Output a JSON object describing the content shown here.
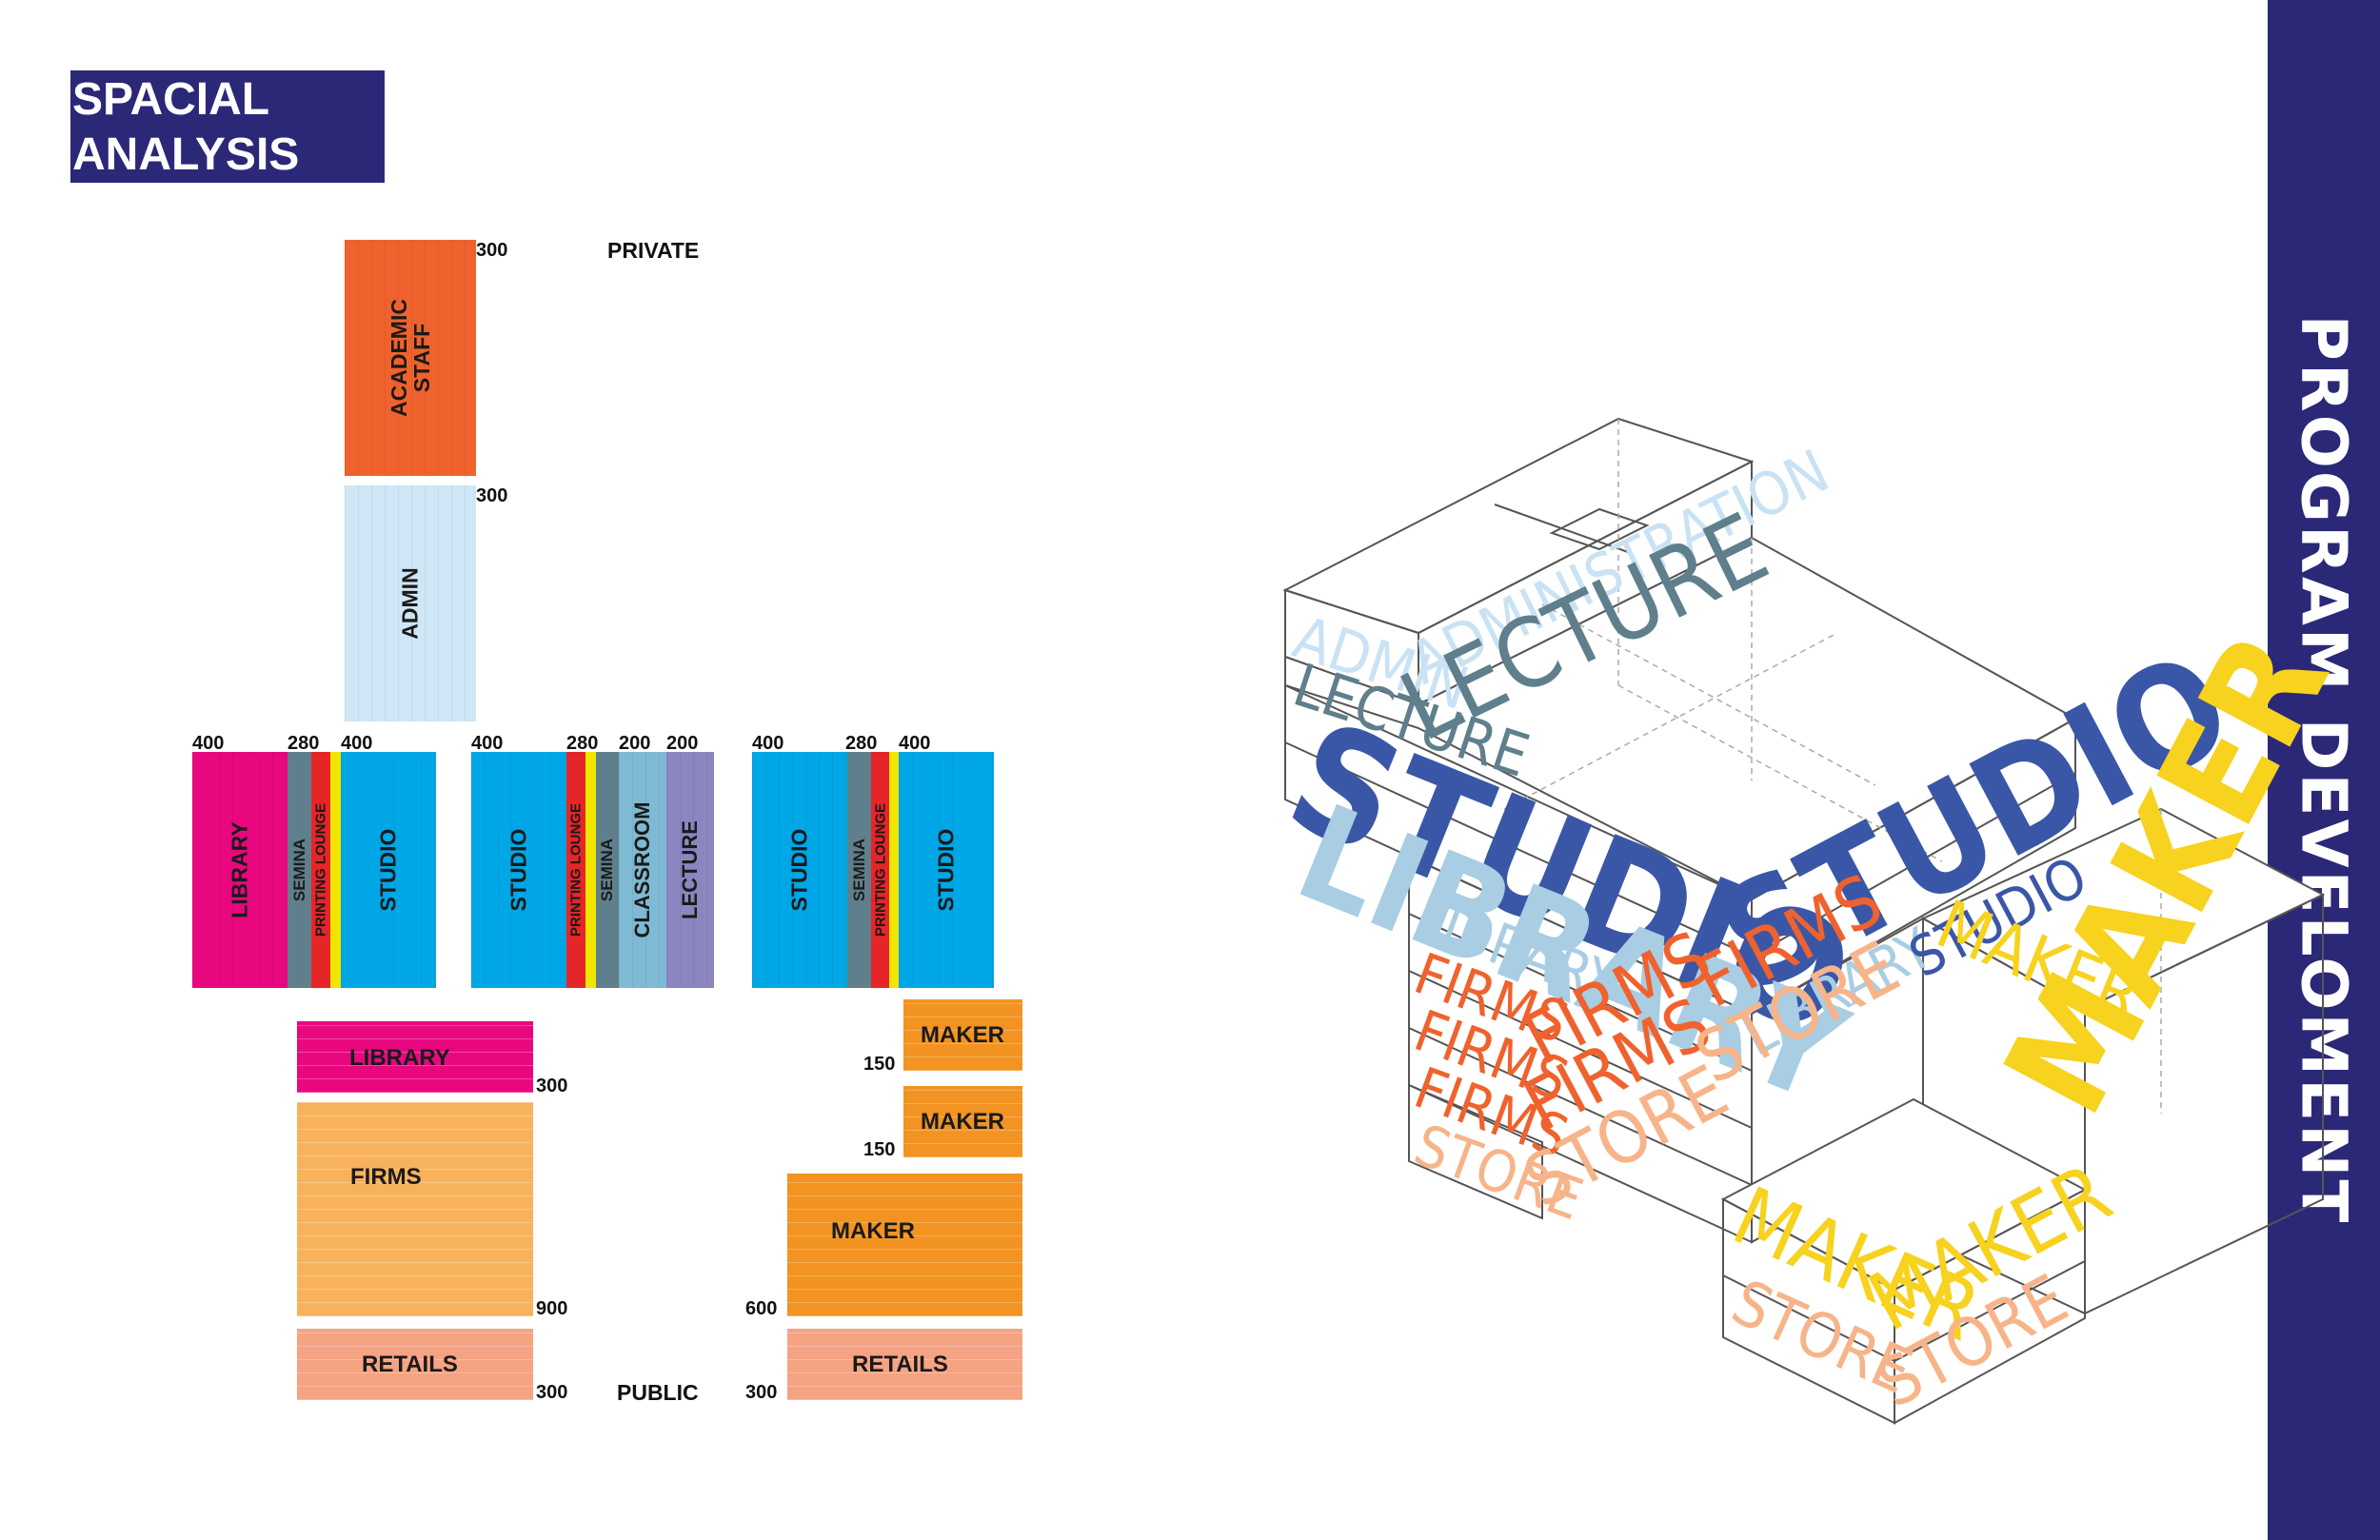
{
  "header": {
    "title_line1": "SPACIAL",
    "title_line2": "ANALYSIS"
  },
  "sidebar": {
    "label": "PROGRAM DEVELOMENT"
  },
  "zones": {
    "private": "PRIVATE",
    "public": "PUBLIC"
  },
  "top_stack": {
    "academic_staff": {
      "line1": "ACADEMIC",
      "line2": "STAFF",
      "area": "300"
    },
    "admin": {
      "label": "ADMIN",
      "area": "300"
    }
  },
  "row_groups": [
    {
      "areas": [
        "400",
        "280",
        "400"
      ],
      "blocks": [
        "LIBRARY",
        "SEMINA",
        "PRINTING LOUNGE",
        "STUDIO"
      ]
    },
    {
      "areas": [
        "400",
        "280",
        "200",
        "200"
      ],
      "blocks": [
        "STUDIO",
        "PRINTING LOUNGE",
        "SEMINA",
        "CLASSROOM",
        "LECTURE"
      ]
    },
    {
      "areas": [
        "400",
        "280",
        "400"
      ],
      "blocks": [
        "STUDIO",
        "SEMINA",
        "PRINTING LOUNGE",
        "STUDIO"
      ]
    }
  ],
  "lower_left": {
    "library": {
      "label": "LIBRARY",
      "area": "300"
    },
    "firms": {
      "label": "FIRMS",
      "area": "900"
    },
    "retails": {
      "label": "RETAILS",
      "area": "300"
    }
  },
  "lower_right": {
    "maker1": {
      "label": "MAKER",
      "area": "150"
    },
    "maker2": {
      "label": "MAKER",
      "area": "150"
    },
    "maker3": {
      "label": "MAKER",
      "area": "600"
    },
    "retails": {
      "label": "RETAILS",
      "area": "300"
    }
  },
  "isometric": {
    "admin": "ADMIN",
    "administration": "ADMINISTRATION",
    "lecture": "LECTURE",
    "studio": "STUDIO",
    "library": "LIBRARY",
    "firms": "FIRMS",
    "store": "STORE",
    "maker": "MAKER"
  },
  "colors": {
    "navy": "#2b2878",
    "academic": "#f0622d",
    "admin": "#cfe6f7",
    "library": "#e9077f",
    "semina": "#5f7f8c",
    "printing_red": "#e52528",
    "printing_yellow": "#f2e600",
    "studio": "#00a7e6",
    "classroom": "#7fbad4",
    "lecture": "#8b86c0",
    "firms": "#f9b25c",
    "retails": "#f5a383",
    "maker": "#f29322"
  }
}
